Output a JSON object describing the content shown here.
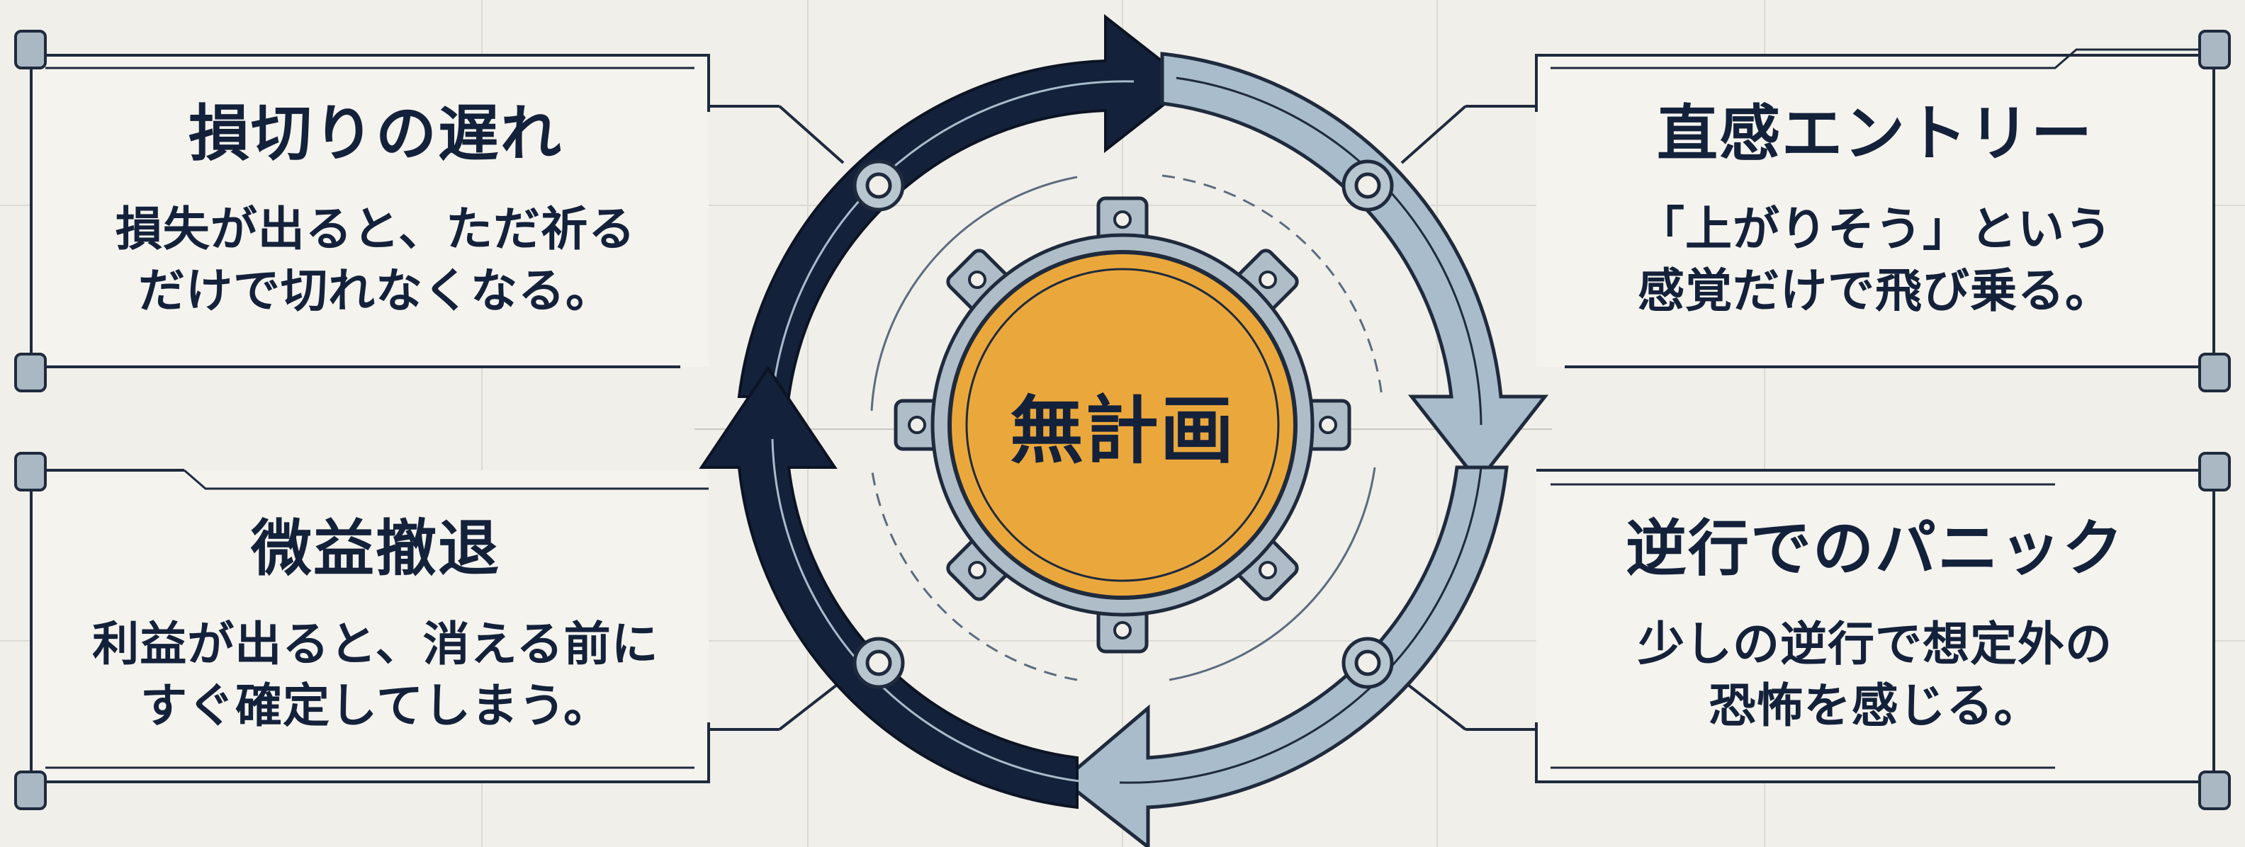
{
  "center": {
    "label": "無計画"
  },
  "panels": {
    "top_left": {
      "title": "損切りの遅れ",
      "lines": [
        "損失が出ると、ただ祈る",
        "だけで切れなくなる。"
      ]
    },
    "top_right": {
      "title": "直感エントリー",
      "lines": [
        "「上がりそう」という",
        "感覚だけで飛び乗る。"
      ]
    },
    "bottom_left": {
      "title": "微益撤退",
      "lines": [
        "利益が出ると、消える前に",
        "すぐ確定してしまう。"
      ]
    },
    "bottom_right": {
      "title": "逆行でのパニック",
      "lines": [
        "少しの逆行で想定外の",
        "恐怖を感じる。"
      ]
    }
  },
  "colors": {
    "background": "#f0efe9",
    "navy": "#14213a",
    "steel_blue": "#a8bccb",
    "orange": "#eaa83c",
    "gear_gray": "#aebdc8",
    "frame_line": "#1f2a3d"
  }
}
